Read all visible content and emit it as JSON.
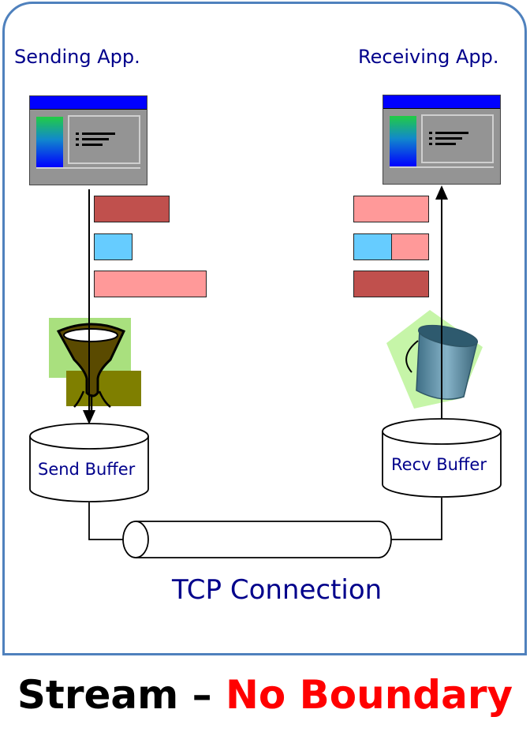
{
  "diagram": {
    "sending_app_label": "Sending App.",
    "receiving_app_label": "Receiving App.",
    "send_buffer_label": "Send Buffer",
    "recv_buffer_label": "Recv Buffer",
    "connection_label": "TCP Connection",
    "title_part1": "Stream – ",
    "title_part2": "No Boundary"
  },
  "colors": {
    "frame": "#4f81bd",
    "label_text": "#00008b",
    "segment_dark": "#c0504d",
    "segment_pink": "#ff9999",
    "segment_blue": "#66ccff",
    "title_black": "#000000",
    "title_red": "#ff0000"
  },
  "icons": {
    "sender_icon": "funnel-icon",
    "receiver_icon": "bucket-icon",
    "app_icon": "application-window-icon"
  }
}
